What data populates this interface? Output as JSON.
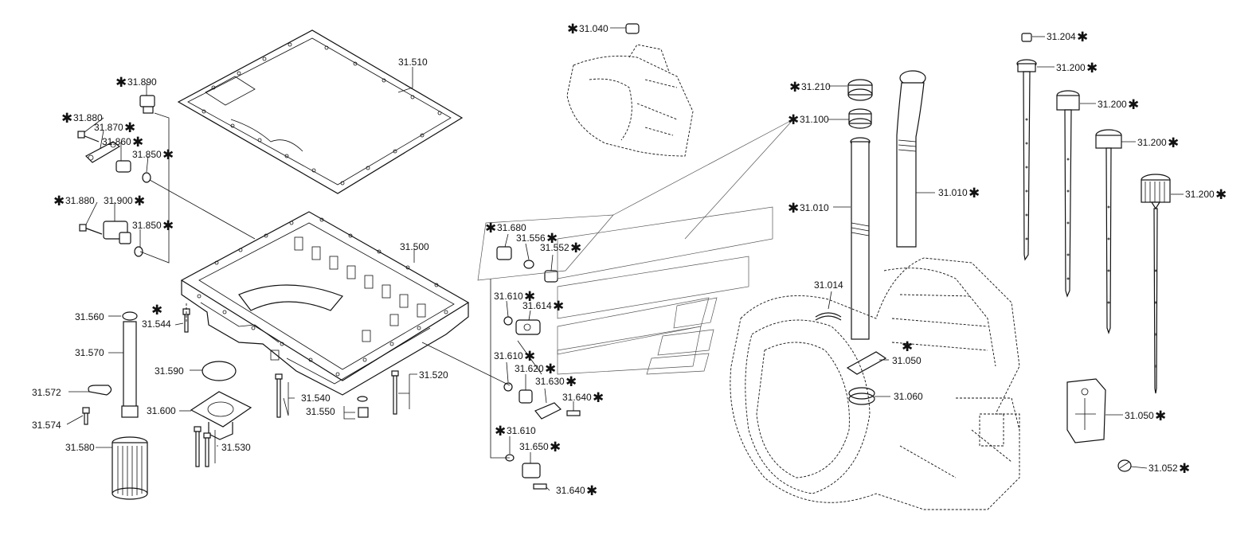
{
  "callouts": [
    {
      "id": "c-31040",
      "label": "31.040",
      "star": "before"
    },
    {
      "id": "c-31510",
      "label": "31.510",
      "star": "none"
    },
    {
      "id": "c-31890",
      "label": "31.890",
      "star": "before"
    },
    {
      "id": "c-31880a",
      "label": "31.880",
      "star": "before"
    },
    {
      "id": "c-31870",
      "label": "31.870",
      "star": "after"
    },
    {
      "id": "c-31860",
      "label": "31.860",
      "star": "after"
    },
    {
      "id": "c-31850a",
      "label": "31.850",
      "star": "after"
    },
    {
      "id": "c-31880b",
      "label": "31.880",
      "star": "before"
    },
    {
      "id": "c-31900",
      "label": "31.900",
      "star": "after"
    },
    {
      "id": "c-31850b",
      "label": "31.850",
      "star": "after"
    },
    {
      "id": "c-31500",
      "label": "31.500",
      "star": "none"
    },
    {
      "id": "c-31544",
      "label": "31.544",
      "star": "above"
    },
    {
      "id": "c-31560",
      "label": "31.560",
      "star": "none"
    },
    {
      "id": "c-31570",
      "label": "31.570",
      "star": "none"
    },
    {
      "id": "c-31590",
      "label": "31.590",
      "star": "none"
    },
    {
      "id": "c-31572",
      "label": "31.572",
      "star": "none"
    },
    {
      "id": "c-31600",
      "label": "31.600",
      "star": "none"
    },
    {
      "id": "c-31574",
      "label": "31.574",
      "star": "none"
    },
    {
      "id": "c-31580",
      "label": "31.580",
      "star": "none"
    },
    {
      "id": "c-31530",
      "label": "31.530",
      "star": "none"
    },
    {
      "id": "c-31540",
      "label": "31.540",
      "star": "none"
    },
    {
      "id": "c-31550",
      "label": "31.550",
      "star": "none"
    },
    {
      "id": "c-31520",
      "label": "31.520",
      "star": "none"
    },
    {
      "id": "c-31680",
      "label": "31.680",
      "star": "before"
    },
    {
      "id": "c-31556",
      "label": "31.556",
      "star": "after"
    },
    {
      "id": "c-31552",
      "label": "31.552",
      "star": "after"
    },
    {
      "id": "c-31610a",
      "label": "31.610",
      "star": "after"
    },
    {
      "id": "c-31614",
      "label": "31.614",
      "star": "after"
    },
    {
      "id": "c-31610b",
      "label": "31.610",
      "star": "after"
    },
    {
      "id": "c-31620",
      "label": "31.620",
      "star": "after"
    },
    {
      "id": "c-31630",
      "label": "31.630",
      "star": "after"
    },
    {
      "id": "c-31640a",
      "label": "31.640",
      "star": "after"
    },
    {
      "id": "c-31610c",
      "label": "31.610",
      "star": "before"
    },
    {
      "id": "c-31650",
      "label": "31.650",
      "star": "after"
    },
    {
      "id": "c-31640b",
      "label": "31.640",
      "star": "after"
    },
    {
      "id": "c-31210",
      "label": "31.210",
      "star": "before"
    },
    {
      "id": "c-31100",
      "label": "31.100",
      "star": "before"
    },
    {
      "id": "c-31010a",
      "label": "31.010",
      "star": "before"
    },
    {
      "id": "c-31010b",
      "label": "31.010",
      "star": "after"
    },
    {
      "id": "c-31014",
      "label": "31.014",
      "star": "none"
    },
    {
      "id": "c-31050a",
      "label": "31.050",
      "star": "above"
    },
    {
      "id": "c-31060",
      "label": "31.060",
      "star": "none"
    },
    {
      "id": "c-31204",
      "label": "31.204",
      "star": "after"
    },
    {
      "id": "c-31200a",
      "label": "31.200",
      "star": "after"
    },
    {
      "id": "c-31200b",
      "label": "31.200",
      "star": "after"
    },
    {
      "id": "c-31200c",
      "label": "31.200",
      "star": "after"
    },
    {
      "id": "c-31200d",
      "label": "31.200",
      "star": "after"
    },
    {
      "id": "c-31050b",
      "label": "31.050",
      "star": "after"
    },
    {
      "id": "c-31052",
      "label": "31.052",
      "star": "after"
    }
  ],
  "star_symbol": "✱",
  "colors": {
    "ink": "#111111",
    "background": "#ffffff"
  }
}
